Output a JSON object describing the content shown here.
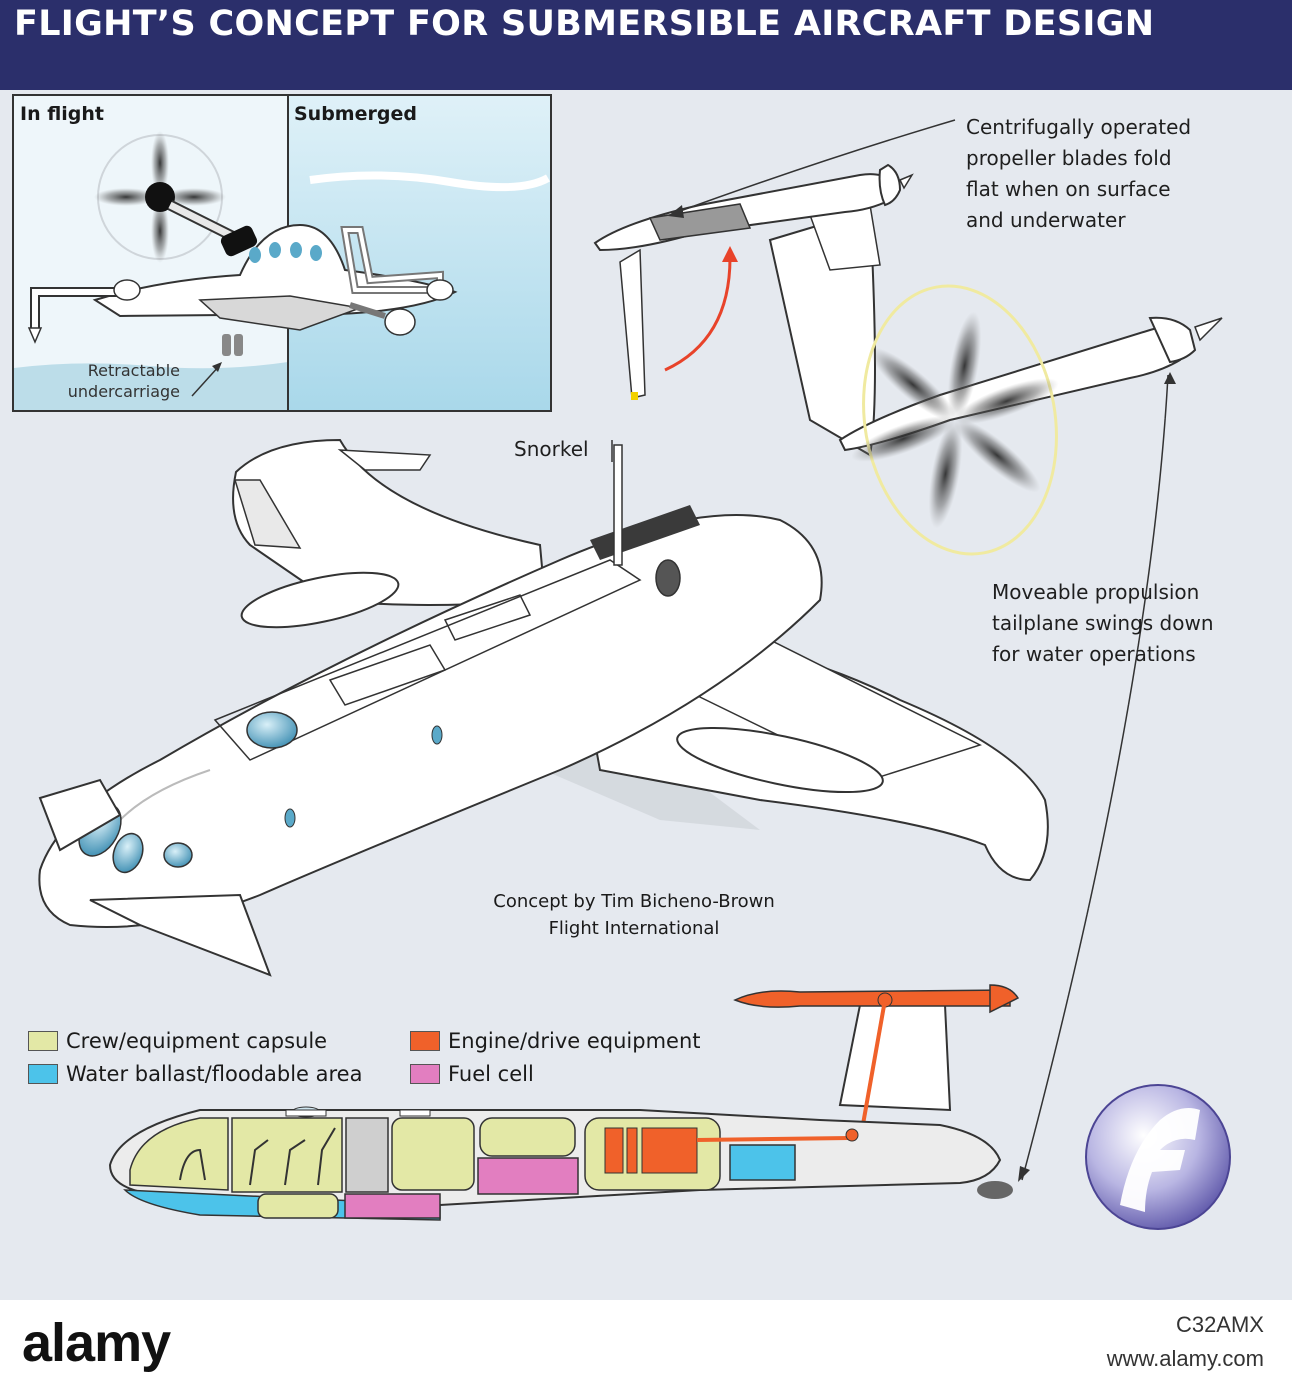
{
  "title": "FLIGHT’S CONCEPT FOR SUBMERSIBLE AIRCRAFT DESIGN",
  "inset": {
    "panel_left_label": "In flight",
    "panel_right_label": "Submerged",
    "undercarriage_label_line1": "Retractable",
    "undercarriage_label_line2": "undercarriage"
  },
  "annotations": {
    "propeller": [
      "Centrifugally operated",
      "propeller blades fold",
      "flat when on surface",
      "and underwater"
    ],
    "snorkel": "Snorkel",
    "tailplane": [
      "Moveable propulsion",
      "tailplane swings down",
      "for water operations"
    ]
  },
  "credit": [
    "Concept by Tim Bicheno-Brown",
    "Flight International"
  ],
  "legend": [
    {
      "label": "Crew/equipment capsule",
      "color": "#e3e8a6"
    },
    {
      "label": "Engine/drive equipment",
      "color": "#f0612a"
    },
    {
      "label": "Water ballast/floodable area",
      "color": "#4cc3ea"
    },
    {
      "label": "Fuel cell",
      "color": "#e27ec0"
    }
  ],
  "colors": {
    "title_bar": "#2b2f6b",
    "background": "#e5e9ef",
    "arrow_red": "#e8432a",
    "window_blue": "#5aa9c9"
  },
  "footer": {
    "logo": "alamy",
    "stock_id": "C32AMX",
    "url": "www.alamy.com"
  }
}
